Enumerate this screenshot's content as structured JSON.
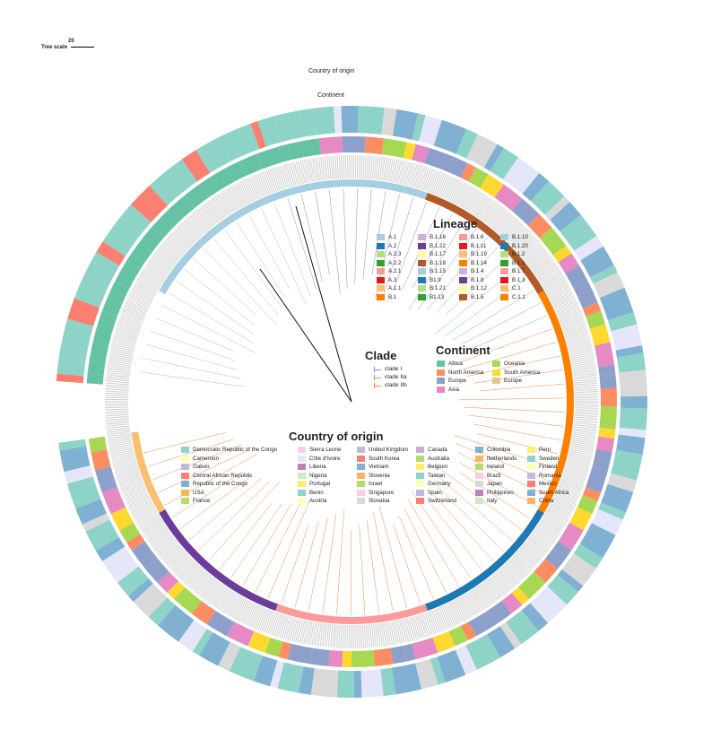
{
  "tree_scale": {
    "label": "Tree scale",
    "value": "20"
  },
  "ring_labels": {
    "country": "Country of origin",
    "continent": "Continent"
  },
  "lineage_legend": {
    "title": "Lineage",
    "items": [
      {
        "label": "A.1",
        "color": "#a6cee3"
      },
      {
        "label": "B.1.16",
        "color": "#cab2d6"
      },
      {
        "label": "B.1.6",
        "color": "#fb9a99"
      },
      {
        "label": "B.1.10",
        "color": "#a6cee3"
      },
      {
        "label": "A.2",
        "color": "#1f78b4"
      },
      {
        "label": "B.1.22",
        "color": "#6a3d9a"
      },
      {
        "label": "B.1.11",
        "color": "#e31a1c"
      },
      {
        "label": "B.1.20",
        "color": "#1f78b4"
      },
      {
        "label": "A.2.3",
        "color": "#b2df8a"
      },
      {
        "label": "B.1.17",
        "color": "#ffff99"
      },
      {
        "label": "B.1.19",
        "color": "#fdbf6f"
      },
      {
        "label": "B.1.2",
        "color": "#b2df8a"
      },
      {
        "label": "A.2.2",
        "color": "#33a02c"
      },
      {
        "label": "B.1.18",
        "color": "#b15928"
      },
      {
        "label": "B.1.14",
        "color": "#ff7f00"
      },
      {
        "label": "B.1.1",
        "color": "#33a02c"
      },
      {
        "label": "A.2.1",
        "color": "#fb9a99"
      },
      {
        "label": "B.1.15",
        "color": "#a6cee3"
      },
      {
        "label": "B.1.4",
        "color": "#cab2d6"
      },
      {
        "label": "B.1.7",
        "color": "#fb9a99"
      },
      {
        "label": "A.3",
        "color": "#e31a1c"
      },
      {
        "label": "B1.9",
        "color": "#1f78b4"
      },
      {
        "label": "B.1.8",
        "color": "#6a3d9a"
      },
      {
        "label": "B.1.3",
        "color": "#e31a1c"
      },
      {
        "label": "A.1.1",
        "color": "#fdbf6f"
      },
      {
        "label": "B.1.21",
        "color": "#b2df8a"
      },
      {
        "label": "B.1.12",
        "color": "#ffff99"
      },
      {
        "label": "C.1",
        "color": "#fdbf6f"
      },
      {
        "label": "B.1",
        "color": "#ff7f00"
      },
      {
        "label": "B1.13",
        "color": "#33a02c"
      },
      {
        "label": "B.1.5",
        "color": "#b15928"
      },
      {
        "label": "C.1.1",
        "color": "#ff7f00"
      }
    ]
  },
  "clade_legend": {
    "title": "Clade",
    "items": [
      {
        "label": "clade I",
        "color": "#8c8cd9"
      },
      {
        "label": "clade IIa",
        "color": "#6cc56c"
      },
      {
        "label": "clade IIb",
        "color": "#f08a4b"
      }
    ]
  },
  "continent_legend": {
    "title": "Continent",
    "items": [
      {
        "label": "Africa",
        "color": "#66c2a5"
      },
      {
        "label": "Oceania",
        "color": "#a6d854"
      },
      {
        "label": "North America",
        "color": "#fc8d62"
      },
      {
        "label": "South America",
        "color": "#ffd92f"
      },
      {
        "label": "Europe",
        "color": "#8da0cb"
      },
      {
        "label": "Europe",
        "color": "#e5c494"
      },
      {
        "label": "Asia",
        "color": "#e78ac3"
      }
    ]
  },
  "country_legend": {
    "title": "Country of origin",
    "items": [
      {
        "label": "Democratic Republic of the Congo",
        "color": "#8dd3c7"
      },
      {
        "label": "Sierra Leone",
        "color": "#fccde5"
      },
      {
        "label": "United Kingdom",
        "color": "#bebada"
      },
      {
        "label": "Canada",
        "color": "#ccaed4"
      },
      {
        "label": "Colombia",
        "color": "#80b1d3"
      },
      {
        "label": "Peru",
        "color": "#ffed6f"
      },
      {
        "label": "Cameroon",
        "color": "#ffffb3"
      },
      {
        "label": "Côte d'Ivoire",
        "color": "#e6e6fa"
      },
      {
        "label": "South Korea",
        "color": "#fb8072"
      },
      {
        "label": "Australia",
        "color": "#b3de69"
      },
      {
        "label": "Netherlands",
        "color": "#fdb462"
      },
      {
        "label": "Sweden",
        "color": "#8dd3c7"
      },
      {
        "label": "Gabon",
        "color": "#bebada"
      },
      {
        "label": "Liberia",
        "color": "#bc80bd"
      },
      {
        "label": "Vietnam",
        "color": "#80b1d3"
      },
      {
        "label": "Belgium",
        "color": "#ffed6f"
      },
      {
        "label": "Ireland",
        "color": "#b3de69"
      },
      {
        "label": "Finland",
        "color": "#ffffb3"
      },
      {
        "label": "Central African Republic",
        "color": "#fb8072"
      },
      {
        "label": "Nigeria",
        "color": "#ccebc5"
      },
      {
        "label": "Slovenia",
        "color": "#fdb462"
      },
      {
        "label": "Taiwan",
        "color": "#8dd3c7"
      },
      {
        "label": "Brazil",
        "color": "#fccde5"
      },
      {
        "label": "Romania",
        "color": "#bebada"
      },
      {
        "label": "Republic of the Congo",
        "color": "#80b1d3"
      },
      {
        "label": "Portugal",
        "color": "#ffed6f"
      },
      {
        "label": "Israel",
        "color": "#b3de69"
      },
      {
        "label": "Germany",
        "color": "#ffffb3"
      },
      {
        "label": "Japan",
        "color": "#d9d9d9"
      },
      {
        "label": "Mexico",
        "color": "#fb8072"
      },
      {
        "label": "USA",
        "color": "#fdb462"
      },
      {
        "label": "Benin",
        "color": "#8dd3c7"
      },
      {
        "label": "Singapore",
        "color": "#fccde5"
      },
      {
        "label": "Spain",
        "color": "#bebada"
      },
      {
        "label": "Philippines",
        "color": "#bc80bd"
      },
      {
        "label": "South Africa",
        "color": "#80b1d3"
      },
      {
        "label": "France",
        "color": "#b3de69"
      },
      {
        "label": "Austria",
        "color": "#ffffb3"
      },
      {
        "label": "Slovakia",
        "color": "#d9d9d9"
      },
      {
        "label": "Switzerland",
        "color": "#fb8072"
      },
      {
        "label": "Italy",
        "color": "#ccebc5"
      },
      {
        "label": "China",
        "color": "#fdb462"
      }
    ]
  }
}
